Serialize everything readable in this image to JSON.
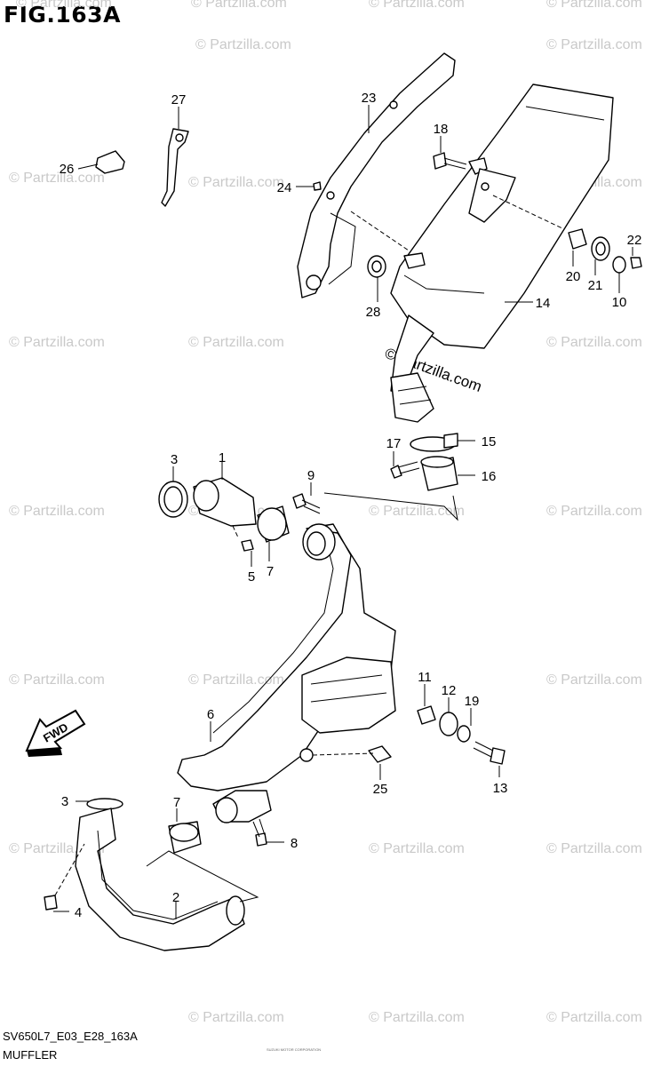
{
  "figure": {
    "title": "FIG.163A",
    "code": "SV650L7_E03_E28_163A",
    "caption": "MUFFLER",
    "fine_print": "SUZUKI MOTOR CORPORATION"
  },
  "watermark": {
    "text": "© Partzilla.com",
    "color": "#c9c9c9"
  },
  "fwd_badge": "FWD",
  "part_labels": [
    {
      "key": "1",
      "text": "1"
    },
    {
      "key": "2",
      "text": "2"
    },
    {
      "key": "3a",
      "text": "3"
    },
    {
      "key": "3b",
      "text": "3"
    },
    {
      "key": "4",
      "text": "4"
    },
    {
      "key": "5",
      "text": "5"
    },
    {
      "key": "6",
      "text": "6"
    },
    {
      "key": "7a",
      "text": "7"
    },
    {
      "key": "7b",
      "text": "7"
    },
    {
      "key": "8",
      "text": "8"
    },
    {
      "key": "9",
      "text": "9"
    },
    {
      "key": "10",
      "text": "10"
    },
    {
      "key": "11",
      "text": "11"
    },
    {
      "key": "12",
      "text": "12"
    },
    {
      "key": "13",
      "text": "13"
    },
    {
      "key": "14",
      "text": "14"
    },
    {
      "key": "15",
      "text": "15"
    },
    {
      "key": "16",
      "text": "16"
    },
    {
      "key": "17",
      "text": "17"
    },
    {
      "key": "18",
      "text": "18"
    },
    {
      "key": "19",
      "text": "19"
    },
    {
      "key": "20",
      "text": "20"
    },
    {
      "key": "21",
      "text": "21"
    },
    {
      "key": "22",
      "text": "22"
    },
    {
      "key": "23",
      "text": "23"
    },
    {
      "key": "24",
      "text": "24"
    },
    {
      "key": "25",
      "text": "25"
    },
    {
      "key": "26",
      "text": "26"
    },
    {
      "key": "27",
      "text": "27"
    },
    {
      "key": "28",
      "text": "28"
    }
  ]
}
